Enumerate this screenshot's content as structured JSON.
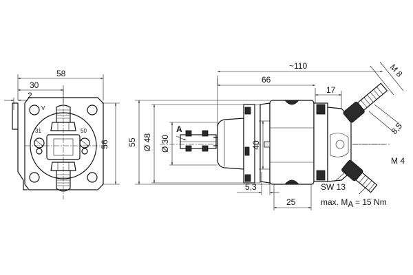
{
  "front_view": {
    "dim_width": "58",
    "dim_half": "30",
    "dim_flange": "2",
    "dim_height": "56",
    "label_terminal_31": "31",
    "label_terminal_50": "50",
    "label_voltage": "V"
  },
  "side_view": {
    "dim_length": "110",
    "dim_body": "66",
    "dim_cap": "17",
    "dim_height": "55",
    "dim_diameter_outer": "Ø 48",
    "dim_diameter_inner": "Ø 30",
    "dim_core": "40",
    "dim_offset": "5,3",
    "dim_flange_width": "25",
    "label_view": "A",
    "label_thread_top": "M 8",
    "label_angle": "8,5",
    "label_thread_side": "M 4",
    "label_wrench": "SW 13",
    "label_torque_prefix": "max. M",
    "label_torque_sub": "A",
    "label_torque_value": " = 15 Nm"
  }
}
